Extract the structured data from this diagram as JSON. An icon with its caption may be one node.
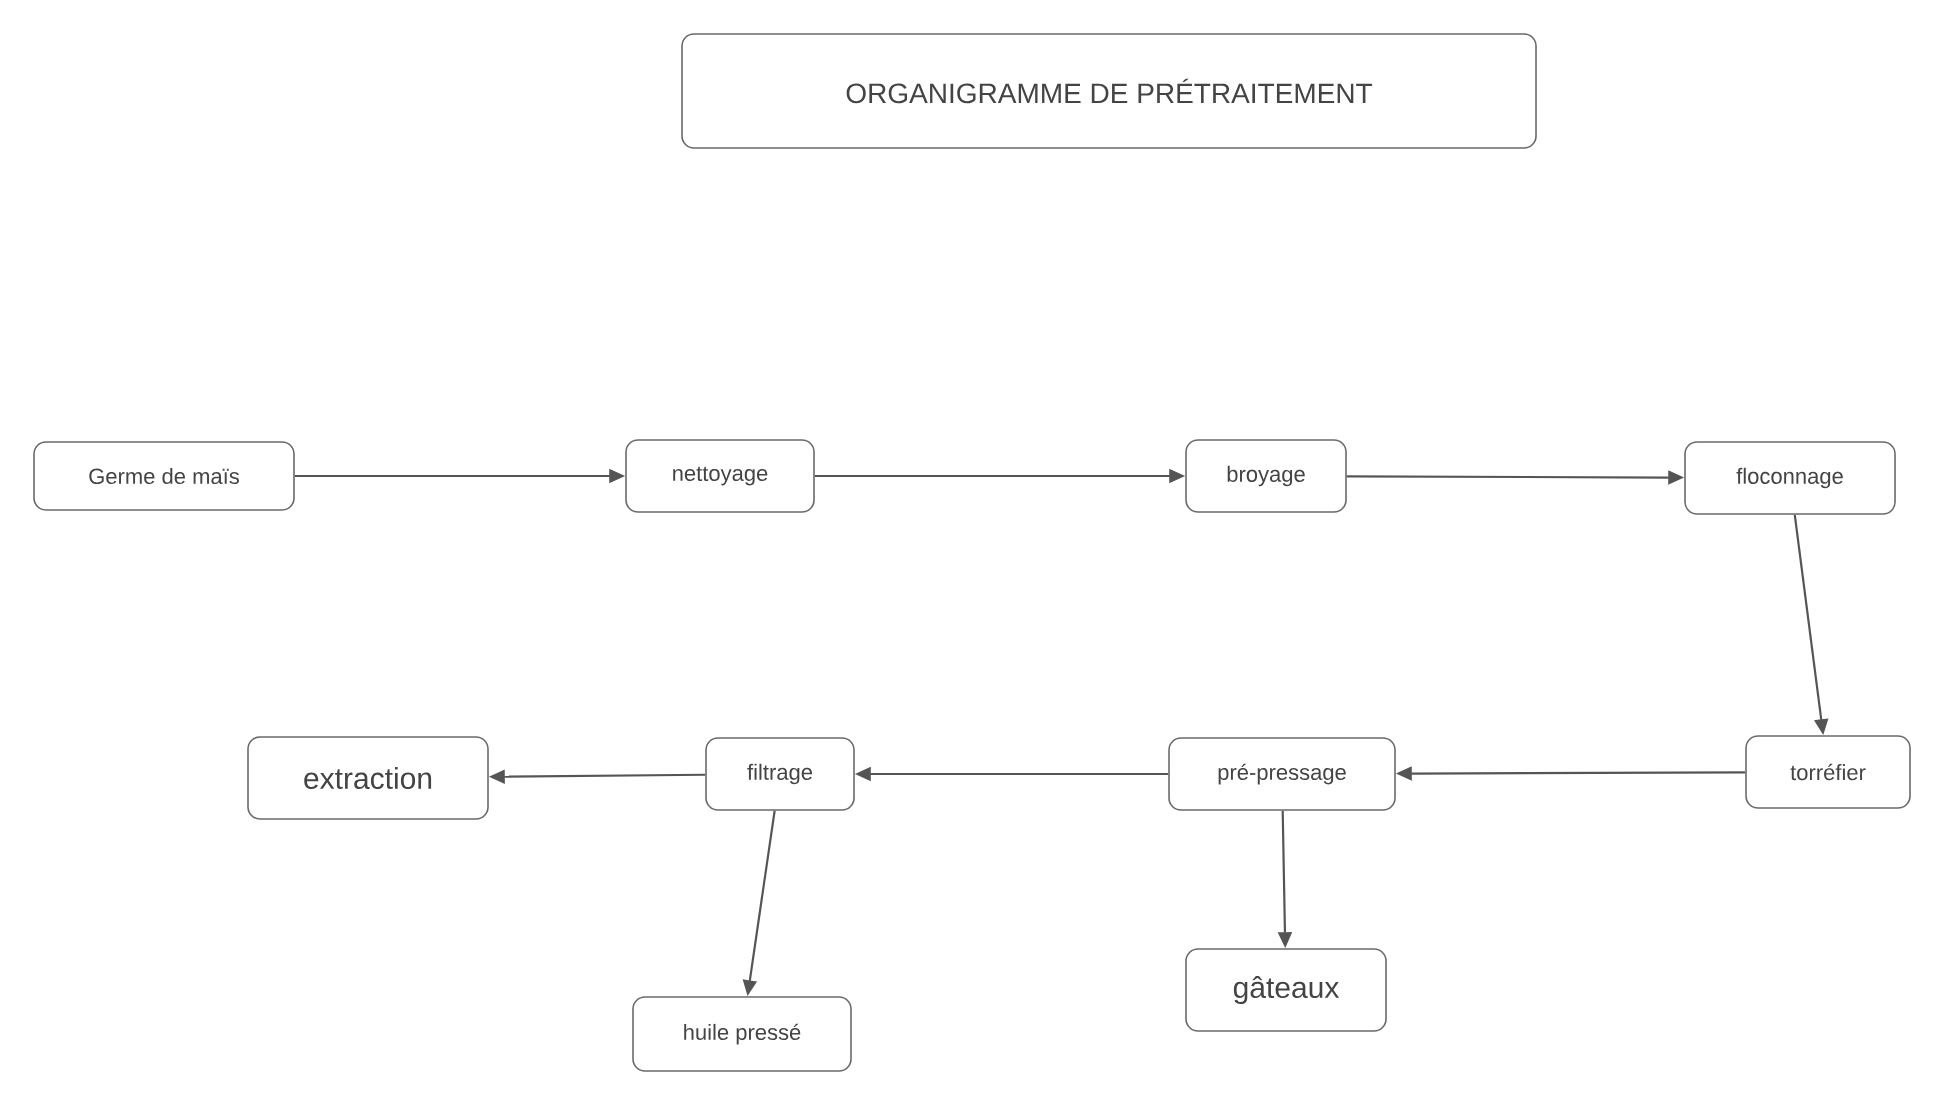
{
  "diagram": {
    "title": "ORGANIGRAMME DE PRÉTRAITEMENT",
    "nodes": [
      {
        "text": [
          "Germe de maïs"
        ]
      },
      {
        "text": [
          "nettoyage"
        ]
      },
      {
        "text": [
          "broyage"
        ]
      },
      {
        "text": [
          "floconnage"
        ]
      },
      {
        "text": [
          "torréfier"
        ]
      },
      {
        "text": [
          "pré-pressage"
        ]
      },
      {
        "text": [
          "filtrage"
        ]
      },
      {
        "text": [
          "extraction"
        ]
      },
      {
        "text": [
          "huile pressé"
        ]
      },
      {
        "text": [
          "gâteaux"
        ]
      }
    ],
    "edges": [
      {
        "from": 0,
        "to": 1,
        "arrow": "to"
      },
      {
        "from": 1,
        "to": 2,
        "arrow": "to"
      },
      {
        "from": 2,
        "to": 3,
        "arrow": "to"
      },
      {
        "from": 3,
        "to": 4,
        "arrow": "to"
      },
      {
        "from": 4,
        "to": 5,
        "arrow": "to"
      },
      {
        "from": 5,
        "to": 6,
        "arrow": "to"
      },
      {
        "from": 6,
        "to": 7,
        "arrow": "to"
      },
      {
        "from": 6,
        "to": 8,
        "arrow": "to"
      },
      {
        "from": 5,
        "to": 9,
        "arrow": "to"
      }
    ]
  }
}
